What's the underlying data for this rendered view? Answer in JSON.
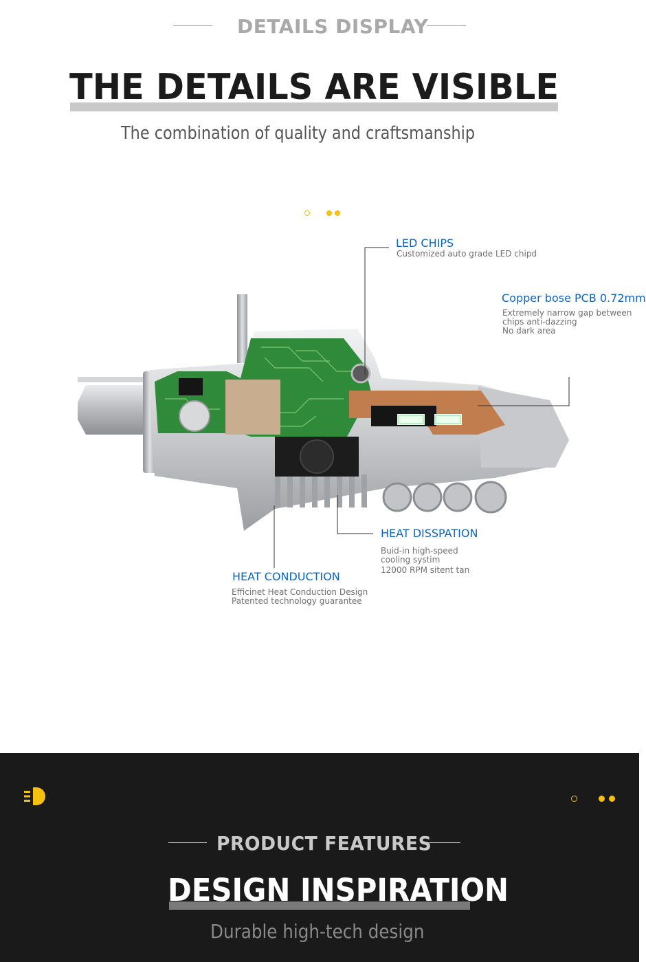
{
  "section1": {
    "eyebrow": "DETAILS DISPLAY",
    "headline": "THE DETAILS ARE VISIBLE",
    "subtitle": "The combination of quality and craftsmanship"
  },
  "callouts": {
    "led": {
      "title": "LED CHIPS",
      "desc": "Customized auto grade LED chipd"
    },
    "pcb": {
      "title": "Copper bose PCB 0.72mm",
      "desc": [
        "Extremely narrow gap between",
        "chips anti-dazzing",
        "No dark area"
      ]
    },
    "dissipation": {
      "title": "HEAT DISSPATION",
      "desc": [
        "Buid-in high-speed",
        "cooling systim",
        "12000 RPM sitent tan"
      ]
    },
    "conduction": {
      "title": "HEAT CONDUCTION",
      "desc": [
        "Efficinet Heat Conduction Design",
        "Patented technology guarantee"
      ]
    }
  },
  "section2": {
    "eyebrow": "PRODUCT FEATURES",
    "headline": "DESIGN INSPIRATION",
    "subtitle": "Durable high-tech design"
  },
  "colors": {
    "accent_yellow": "#f5c10e",
    "callout_blue": "#0b66c2",
    "dark_bg": "#1a1a1a",
    "pcb_green": "#2f8a3a",
    "copper": "#c27d4e"
  },
  "icons": [
    "headlight-icon"
  ]
}
